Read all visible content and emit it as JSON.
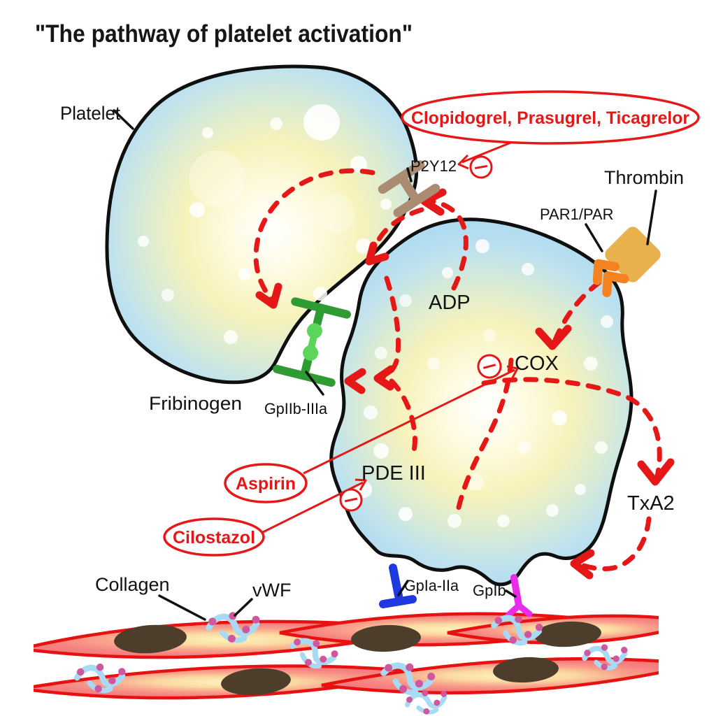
{
  "title": "\"The pathway of platelet activation\"",
  "labels": {
    "platelet": "Platelet",
    "fibrinogen": "Fribinogen",
    "collagen": "Collagen",
    "vwf": "vWF",
    "thrombin": "Thrombin",
    "adp": "ADP",
    "cox": "COX",
    "pde3": "PDE III",
    "txa2": "TxA2"
  },
  "receptors": {
    "p2y12": "P2Y12",
    "gpiib_iiia": "GpIIb-IIIa",
    "par": "PAR1/PAR",
    "gpia_iia": "GpIa-IIa",
    "gpib": "GpIb"
  },
  "drugs": {
    "p2y12_inhibitors": "Clopidogrel, Prasugrel, Ticagrelor",
    "cox_inhibitor": "Aspirin",
    "pde3_inhibitor": "Cilostazol"
  },
  "symbols": {
    "inhibition": "⊖"
  },
  "colors": {
    "arrow_red": "#e61717",
    "drug_red": "#e61717",
    "platelet_blue": "#a5d7f3",
    "platelet_center_yellow": "#f8f2bb",
    "p2y12_receptor_brown": "#ab8b72",
    "gpiib_iiia_dark_green": "#2f9b33",
    "gpiib_iiia_light_green": "#5bd65b",
    "thrombin_gold": "#e8b14e",
    "par_orange": "#f58220",
    "gpia_iia_blue": "#2038df",
    "gpib_magenta": "#e92ce9",
    "collagen_outline_red": "#e81111",
    "collagen_fill_salmon": "#f57a7a",
    "collagen_center_yellow": "#fdf3bd",
    "nucleus_brown": "#4c3e2b",
    "vwf_light_blue": "#a9daf3",
    "vwf_dot_pink": "#d0579e"
  }
}
